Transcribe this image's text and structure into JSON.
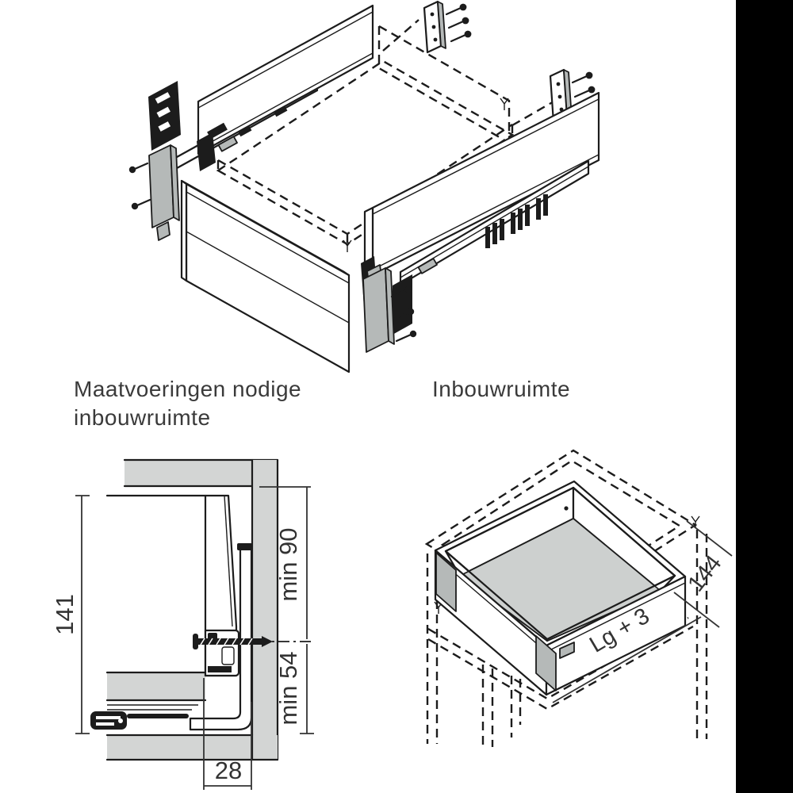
{
  "titles": {
    "left_line1": "Maatvoeringen nodige",
    "left_line2": "inbouwruimte",
    "right": "Inbouwruimte"
  },
  "dimensions": {
    "side_height": "141",
    "top_clearance": "min 90",
    "bottom_clearance": "min 54",
    "front_offset": "28",
    "install_height": "144",
    "install_length": "Lg + 3"
  },
  "colors": {
    "line": "#1c1c1c",
    "panel_gray": "#d3d5d4",
    "hardware_gray": "#b5b9b8",
    "background": "#ffffff",
    "right_bar": "#000000",
    "text": "#3a3a3a"
  }
}
